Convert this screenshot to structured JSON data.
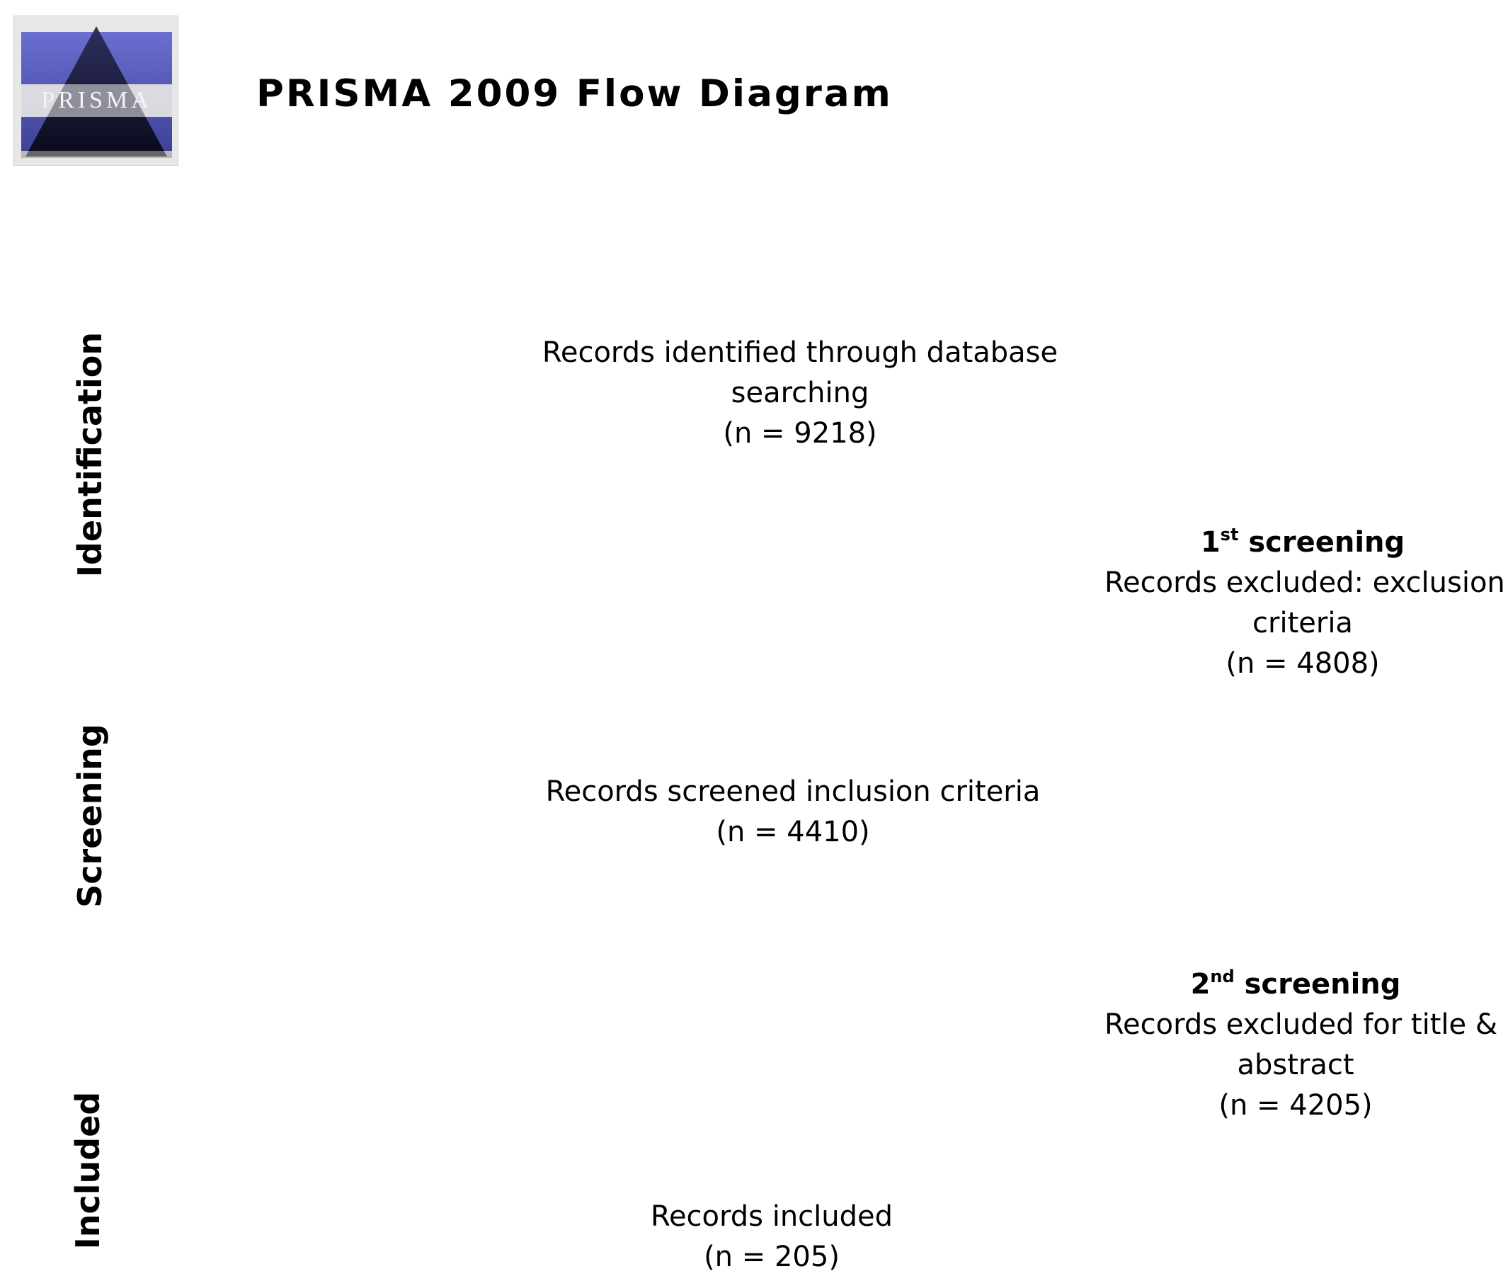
{
  "logo": {
    "text": "PRISMA",
    "colors": {
      "band": "#5b5fb8",
      "triangle": "#1a1a33",
      "frame": "#e7e7e7"
    }
  },
  "header": {
    "title": "PRISMA 2009 Flow Diagram"
  },
  "phases": {
    "identification": "Identification",
    "screening": "Screening",
    "included": "Included"
  },
  "boxes": {
    "identified": {
      "line1": "Records identified through database",
      "line2": "searching",
      "count": "(n = 9218)"
    },
    "excluded_first": {
      "heading_number": "1",
      "heading_sup": "st",
      "heading_text": " screening",
      "line1": "Records excluded: exclusion",
      "line2": "criteria",
      "count": "(n = 4808)"
    },
    "screened": {
      "line1": "Records screened inclusion criteria",
      "count": "(n = 4410)"
    },
    "excluded_second": {
      "heading_number": "2",
      "heading_sup": "nd",
      "heading_text": " screening",
      "line1": "Records excluded for title &",
      "line2": "abstract",
      "count": "(n = 4205)"
    },
    "included": {
      "line1": "Records included",
      "count": "(n = 205)"
    }
  }
}
